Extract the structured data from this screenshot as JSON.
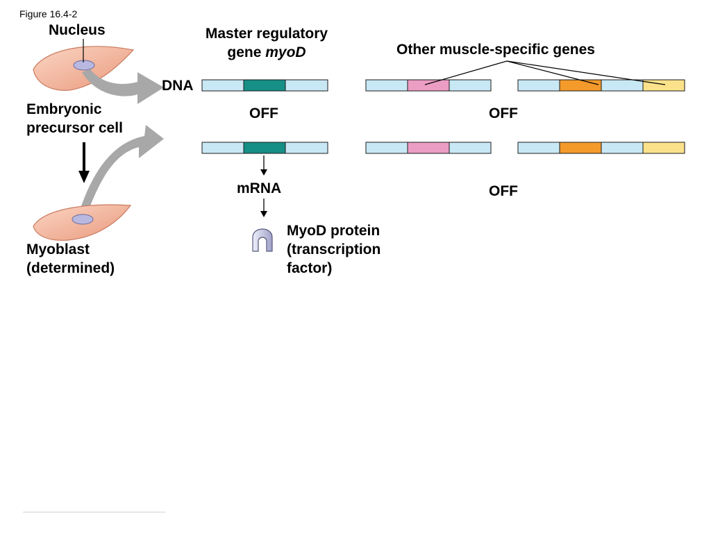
{
  "figure_label": "Figure 16.4-2",
  "labels": {
    "nucleus": "Nucleus",
    "master_gene_line1": "Master regulatory",
    "master_gene_line2_prefix": "gene ",
    "master_gene_line2_italic": "myoD",
    "other_genes": "Other muscle-specific genes",
    "dna": "DNA",
    "embryonic_line1": "Embryonic",
    "embryonic_line2": "precursor cell",
    "off_master": "OFF",
    "off_other_top": "OFF",
    "off_other_bottom": "OFF",
    "mrna": "mRNA",
    "protein_line1": "MyoD protein",
    "protein_line2": "(transcription",
    "protein_line3": "factor)",
    "myoblast_line1": "Myoblast",
    "myoblast_line2": "(determined)"
  },
  "colors": {
    "dna_strand": "#c9e8f5",
    "myod_gene": "#168f86",
    "gene_pink": "#ec9dc4",
    "gene_orange": "#f39a2b",
    "gene_yellow": "#fbe28a",
    "cell_fill": "#f4b9a0",
    "nucleus_fill": "#b9b8e0",
    "curved_arrow": "#a8a8a8",
    "protein_fill": "#cfd0e8"
  }
}
